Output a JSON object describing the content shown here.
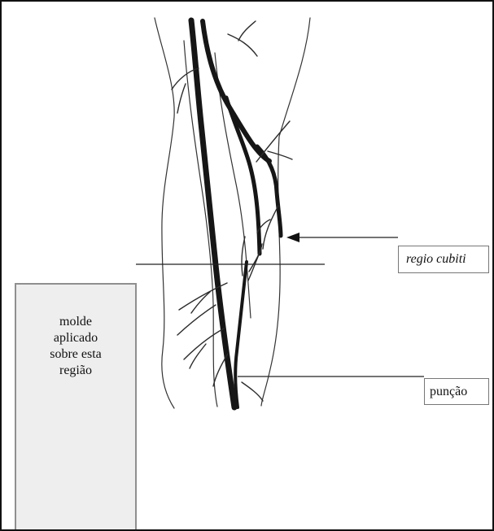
{
  "labels": {
    "regio": "regio cubiti",
    "puncao": "punção",
    "mold": "molde\naplicado\nsobre esta\nregião"
  }
}
